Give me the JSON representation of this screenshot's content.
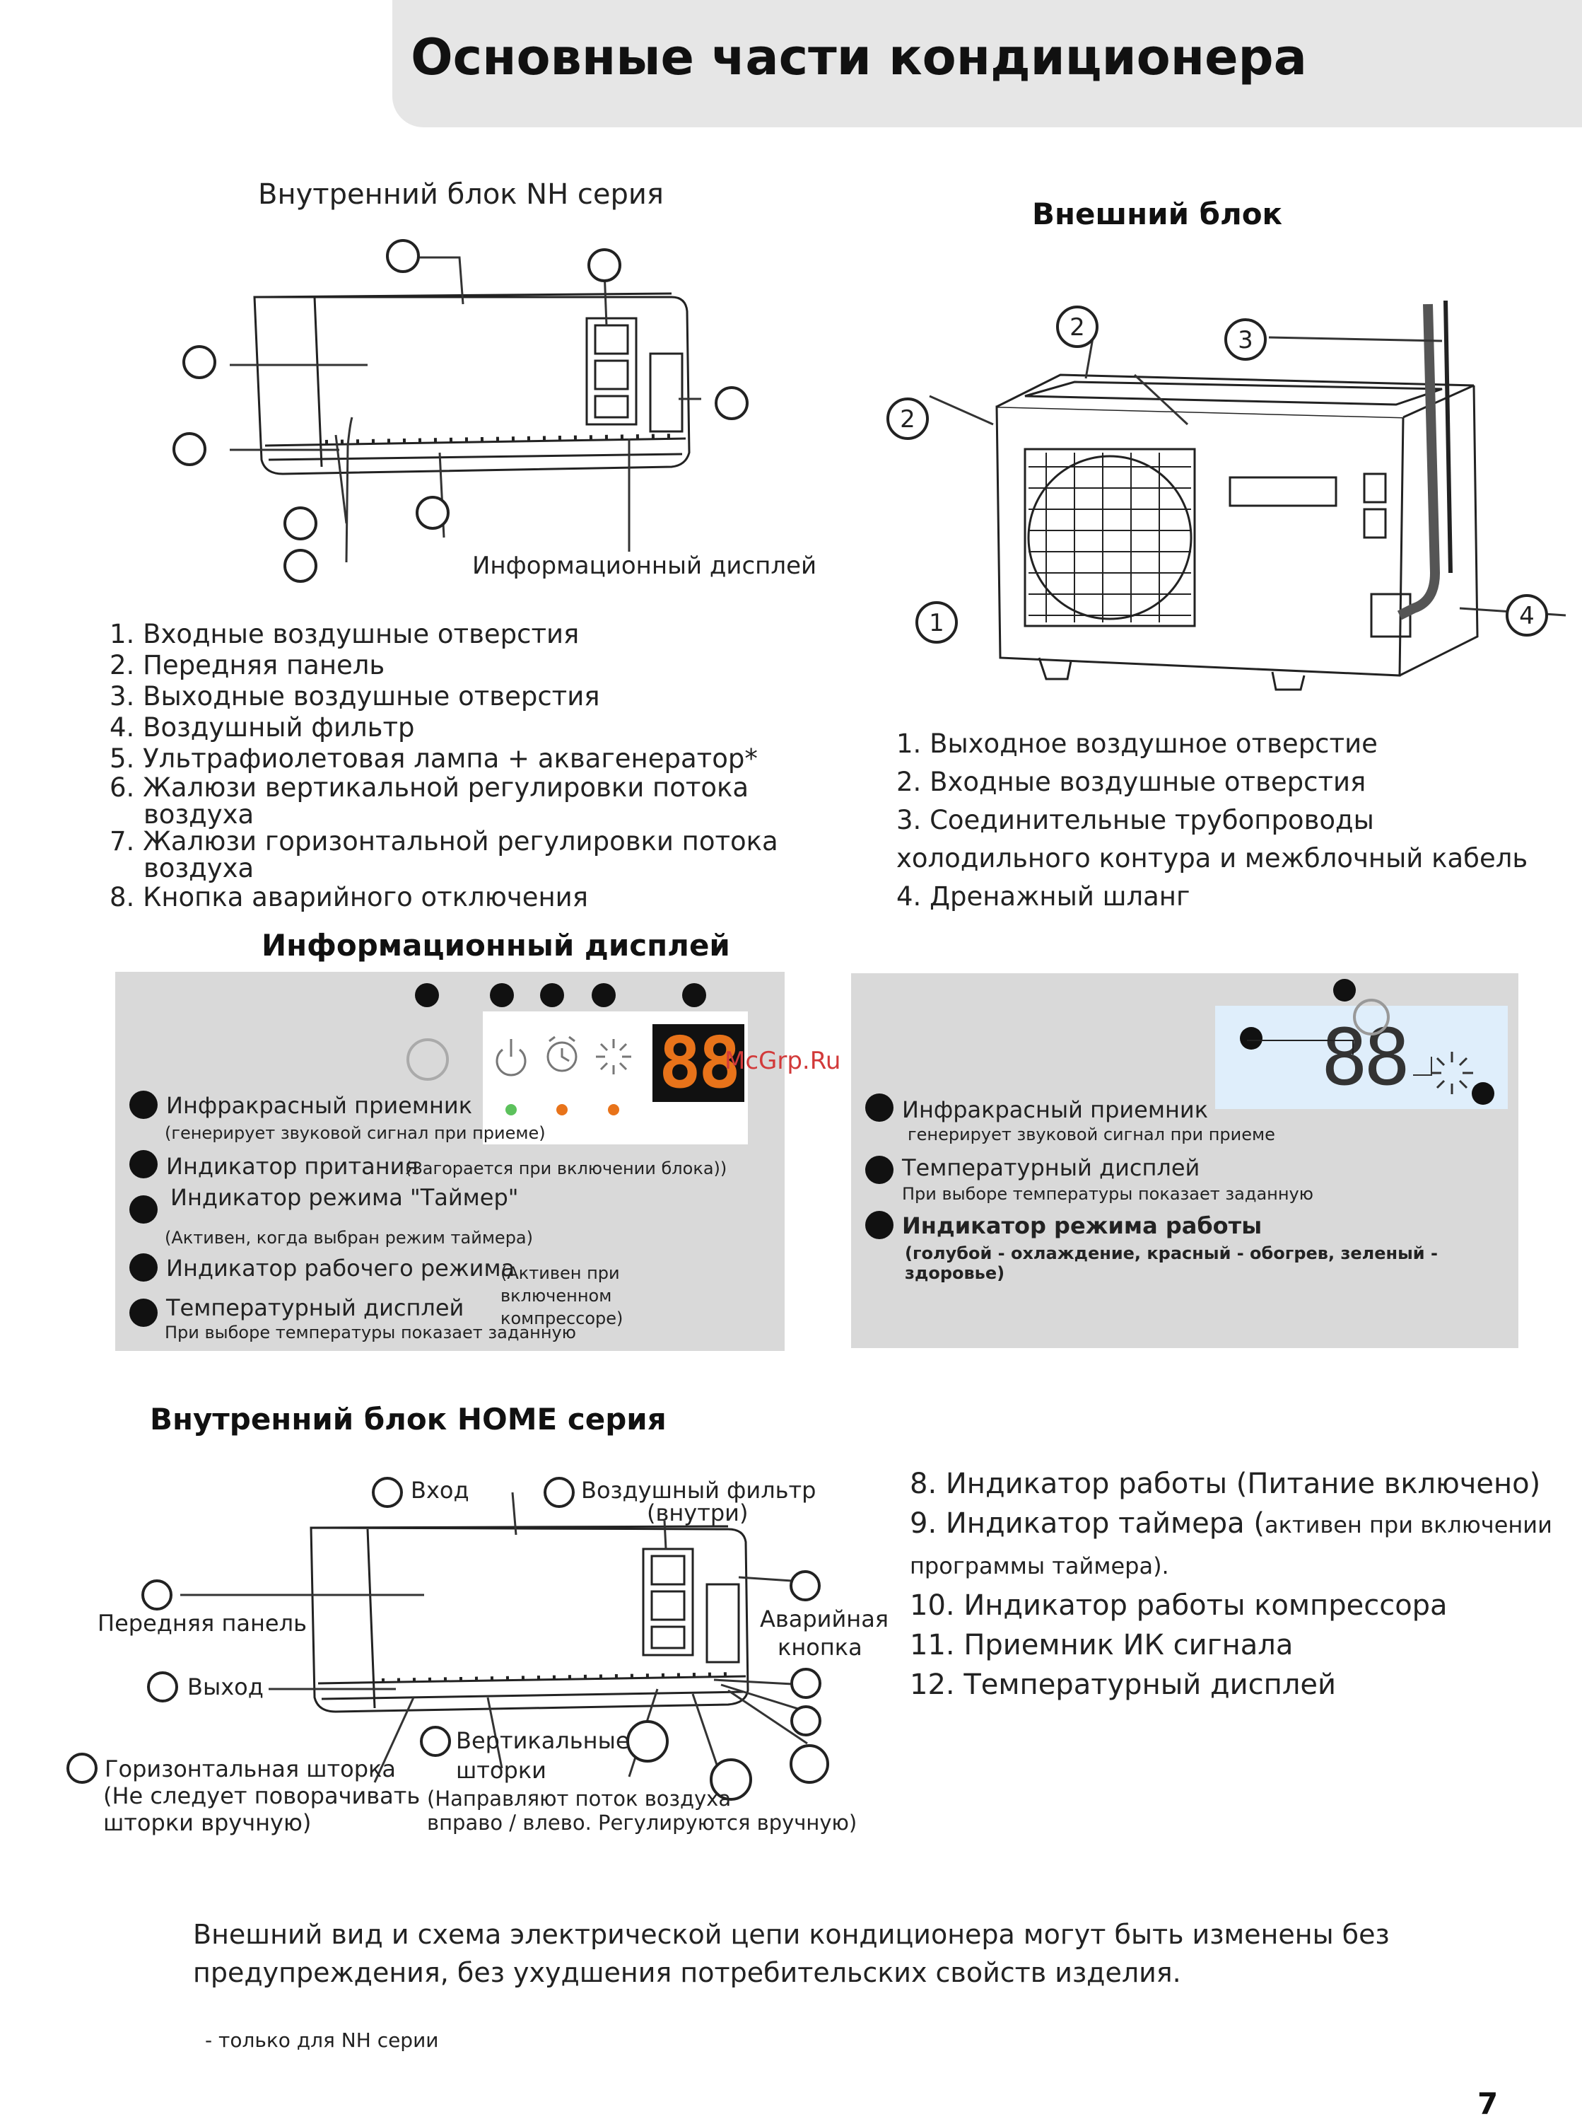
{
  "page": {
    "title": "Основные части кондиционера",
    "page_number": "7",
    "watermark": "McGrp.Ru",
    "footnote": "- только для NH серии",
    "notice": "Внешний вид и схема электрической цепи кондиционера могут быть изменены без предупреждения, без ухудшения потребительских свойств изделия."
  },
  "indoor_nh": {
    "heading": "Внутренний блок NH серия",
    "display_label": "Информационный дисплей",
    "items": [
      "1. Входные воздушные отверстия",
      "2. Передняя панель",
      "3. Выходные воздушные отверстия",
      "4. Воздушный фильтр",
      "5. Ультрафиолетовая лампа + аквагенератор*",
      "6. Жалюзи вертикальной регулировки потока воздуха",
      "7. Жалюзи горизонтальной регулировки потока воздуха",
      "8. Кнопка аварийного отключения"
    ]
  },
  "outdoor": {
    "heading": "Внешний блок",
    "callouts": [
      "1",
      "2",
      "2",
      "3",
      "4"
    ],
    "items": [
      "1.    Выходное воздушное отверстие",
      "2.    Входные воздушные отверстия",
      "3.    Соединительные трубопроводы холодильного контура и межблочный кабель",
      "4.    Дренажный шланг"
    ]
  },
  "info_display": {
    "heading": "Информационный дисплей",
    "panel_left": {
      "digits": "88",
      "items": [
        {
          "label": "Инфракрасный приемник",
          "note": "(генерирует звуковой сигнал при приеме)"
        },
        {
          "label": "Индикатор притания",
          "note": "(Загорается при включении блока))"
        },
        {
          "label": "Индикатор режима \"Таймер\"",
          "note": "(Активен, когда выбран режим таймера)"
        },
        {
          "label": "Индикатор рабочего режима",
          "note": "(Активен при включенном компрессоре)"
        },
        {
          "label": "Температурный дисплей",
          "note": "При выборе температуры показает заданную"
        }
      ]
    },
    "panel_right": {
      "digits": "88",
      "items": [
        {
          "label": "Инфракрасный приемник",
          "note": "генерирует звуковой сигнал при приеме"
        },
        {
          "label": "Температурный дисплей",
          "note": "При выборе температуры показает заданную"
        },
        {
          "label": "Индикатор режима работы",
          "note": "(голубой - охлаждение, красный - обогрев, зеленый - здоровье)"
        }
      ]
    },
    "colors": {
      "panel": "#d9d9d9",
      "led_green": "#5cc15c",
      "led_orange": "#e8731a",
      "digits": "#e8731a",
      "lcd": "#dfeefb"
    }
  },
  "indoor_home": {
    "heading": "Внутренний блок HOME серия",
    "labels": {
      "inlet": "Вход",
      "filter": "Воздушный фильтр",
      "filter_sub": "(внутри)",
      "front_panel": "Передняя панель",
      "emergency1": "Аварийная",
      "emergency2": "кнопка",
      "outlet": "Выход",
      "horiz1": "Горизонтальная шторка",
      "horiz2": "(Не следует поворачивать",
      "horiz3": "шторки вручную)",
      "vert1": "Вертикальные",
      "vert2": "шторки",
      "vert3": "(Направляют поток воздуха",
      "vert4": "вправо / влево. Регулируются вручную)"
    },
    "items": [
      {
        "main": "8. Индикатор работы (Питание включено)",
        "small": ""
      },
      {
        "main": "9. Индикатор таймера (",
        "small": "активен при включении программы таймера)."
      },
      {
        "main": "10. Индикатор работы компрессора",
        "small": ""
      },
      {
        "main": "11. Приемник ИК сигнала",
        "small": ""
      },
      {
        "main": "12. Температурный дисплей",
        "small": ""
      }
    ]
  }
}
